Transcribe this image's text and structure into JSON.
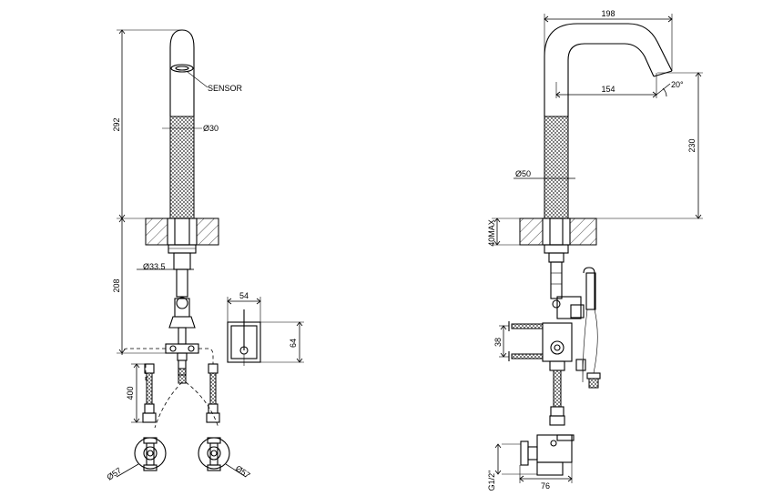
{
  "left_view": {
    "sensor_label": "SENSOR",
    "dim_height_upper": "292",
    "dim_height_lower": "208",
    "dim_body_diameter": "Ø30",
    "dim_nut_diameter": "Ø33.5",
    "dim_box_width": "54",
    "dim_box_height": "64",
    "dim_hose_length": "400",
    "dim_valve_left_diameter": "Ø57",
    "dim_valve_right_diameter": "Ø57"
  },
  "right_view": {
    "dim_overall_reach": "198",
    "dim_spout_reach": "154",
    "dim_angle": "20°",
    "dim_height": "230",
    "dim_body_diameter": "Ø50",
    "dim_deck_thickness": "40MAX",
    "dim_bracket_height": "38",
    "dim_thread": "G1/2\"",
    "dim_valve_depth": "76"
  }
}
